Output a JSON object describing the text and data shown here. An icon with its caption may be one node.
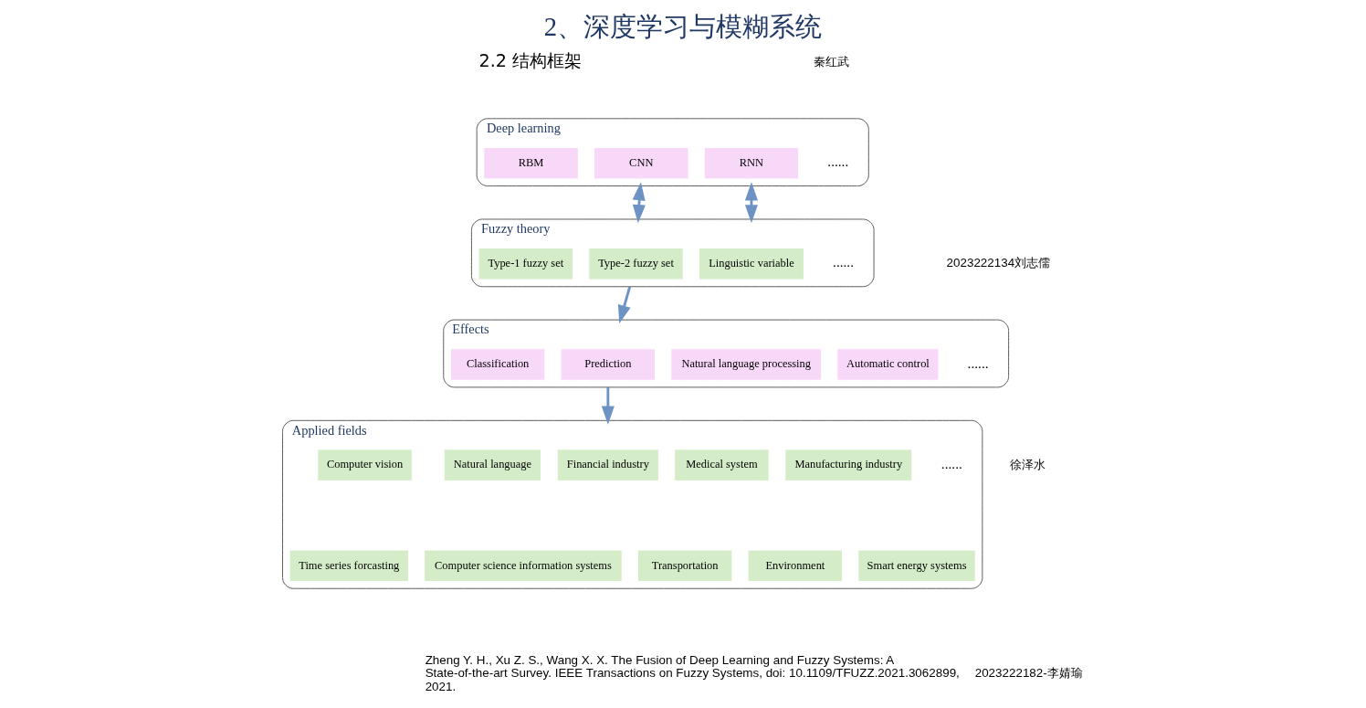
{
  "diagram": {
    "title": "2、深度学习与模糊系统",
    "nodes": [
      {
        "text": [
          "Deep learning"
        ]
      },
      {
        "text": [
          "RBM"
        ],
        "in": 0
      },
      {
        "text": [
          "CNN"
        ],
        "in": 0
      },
      {
        "text": [
          "RNN"
        ],
        "in": 0
      },
      {
        "text": [
          "Fuzzy theory"
        ]
      },
      {
        "text": [
          "Type-1 fuzzy set"
        ],
        "in": 4
      },
      {
        "text": [
          "Type-2 fuzzy set"
        ],
        "in": 4
      },
      {
        "text": [
          "Linguistic variable"
        ],
        "in": 4
      },
      {
        "text": [
          "Effects"
        ]
      },
      {
        "text": [
          "Classification"
        ],
        "in": 8
      },
      {
        "text": [
          "Prediction"
        ],
        "in": 8
      },
      {
        "text": [
          "Natural language processing"
        ],
        "in": 8
      },
      {
        "text": [
          "Automatic control"
        ],
        "in": 8
      },
      {
        "text": [
          "Applied fields"
        ]
      },
      {
        "text": [
          "Computer vision"
        ],
        "in": 13
      },
      {
        "text": [
          "Natural language"
        ],
        "in": 13
      },
      {
        "text": [
          "Financial industry"
        ],
        "in": 13
      },
      {
        "text": [
          "Medical system"
        ],
        "in": 13
      },
      {
        "text": [
          "Manufacturing industry"
        ],
        "in": 13
      },
      {
        "text": [
          "Time series forcasting"
        ],
        "in": 13
      },
      {
        "text": [
          "Computer science information systems"
        ],
        "in": 13
      },
      {
        "text": [
          "Transportation"
        ],
        "in": 13
      },
      {
        "text": [
          "Environment"
        ],
        "in": 13
      },
      {
        "text": [
          "Smart energy systems"
        ],
        "in": 13
      }
    ],
    "edges": [
      {
        "from": 0,
        "to": 4,
        "arrow": "both"
      },
      {
        "from": 0,
        "to": 4,
        "arrow": "both"
      },
      {
        "from": 4,
        "to": 8,
        "arrow": "to"
      },
      {
        "from": 8,
        "to": 13,
        "arrow": "to"
      }
    ],
    "labels": [
      "2.2 结构框架",
      "......",
      "......",
      "......",
      "......",
      "Zheng Y. H., Xu Z. S., Wang X. X. The Fusion of Deep Learning and Fuzzy Systems: A State-of-the-art Survey. IEEE Transactions on Fuzzy Systems, doi: 10.1109/TFUZZ.2021.3062899, 2021.",
      "秦红武",
      "2023222134刘志儒",
      "徐泽水",
      "2023222182-李婧瑜"
    ]
  }
}
